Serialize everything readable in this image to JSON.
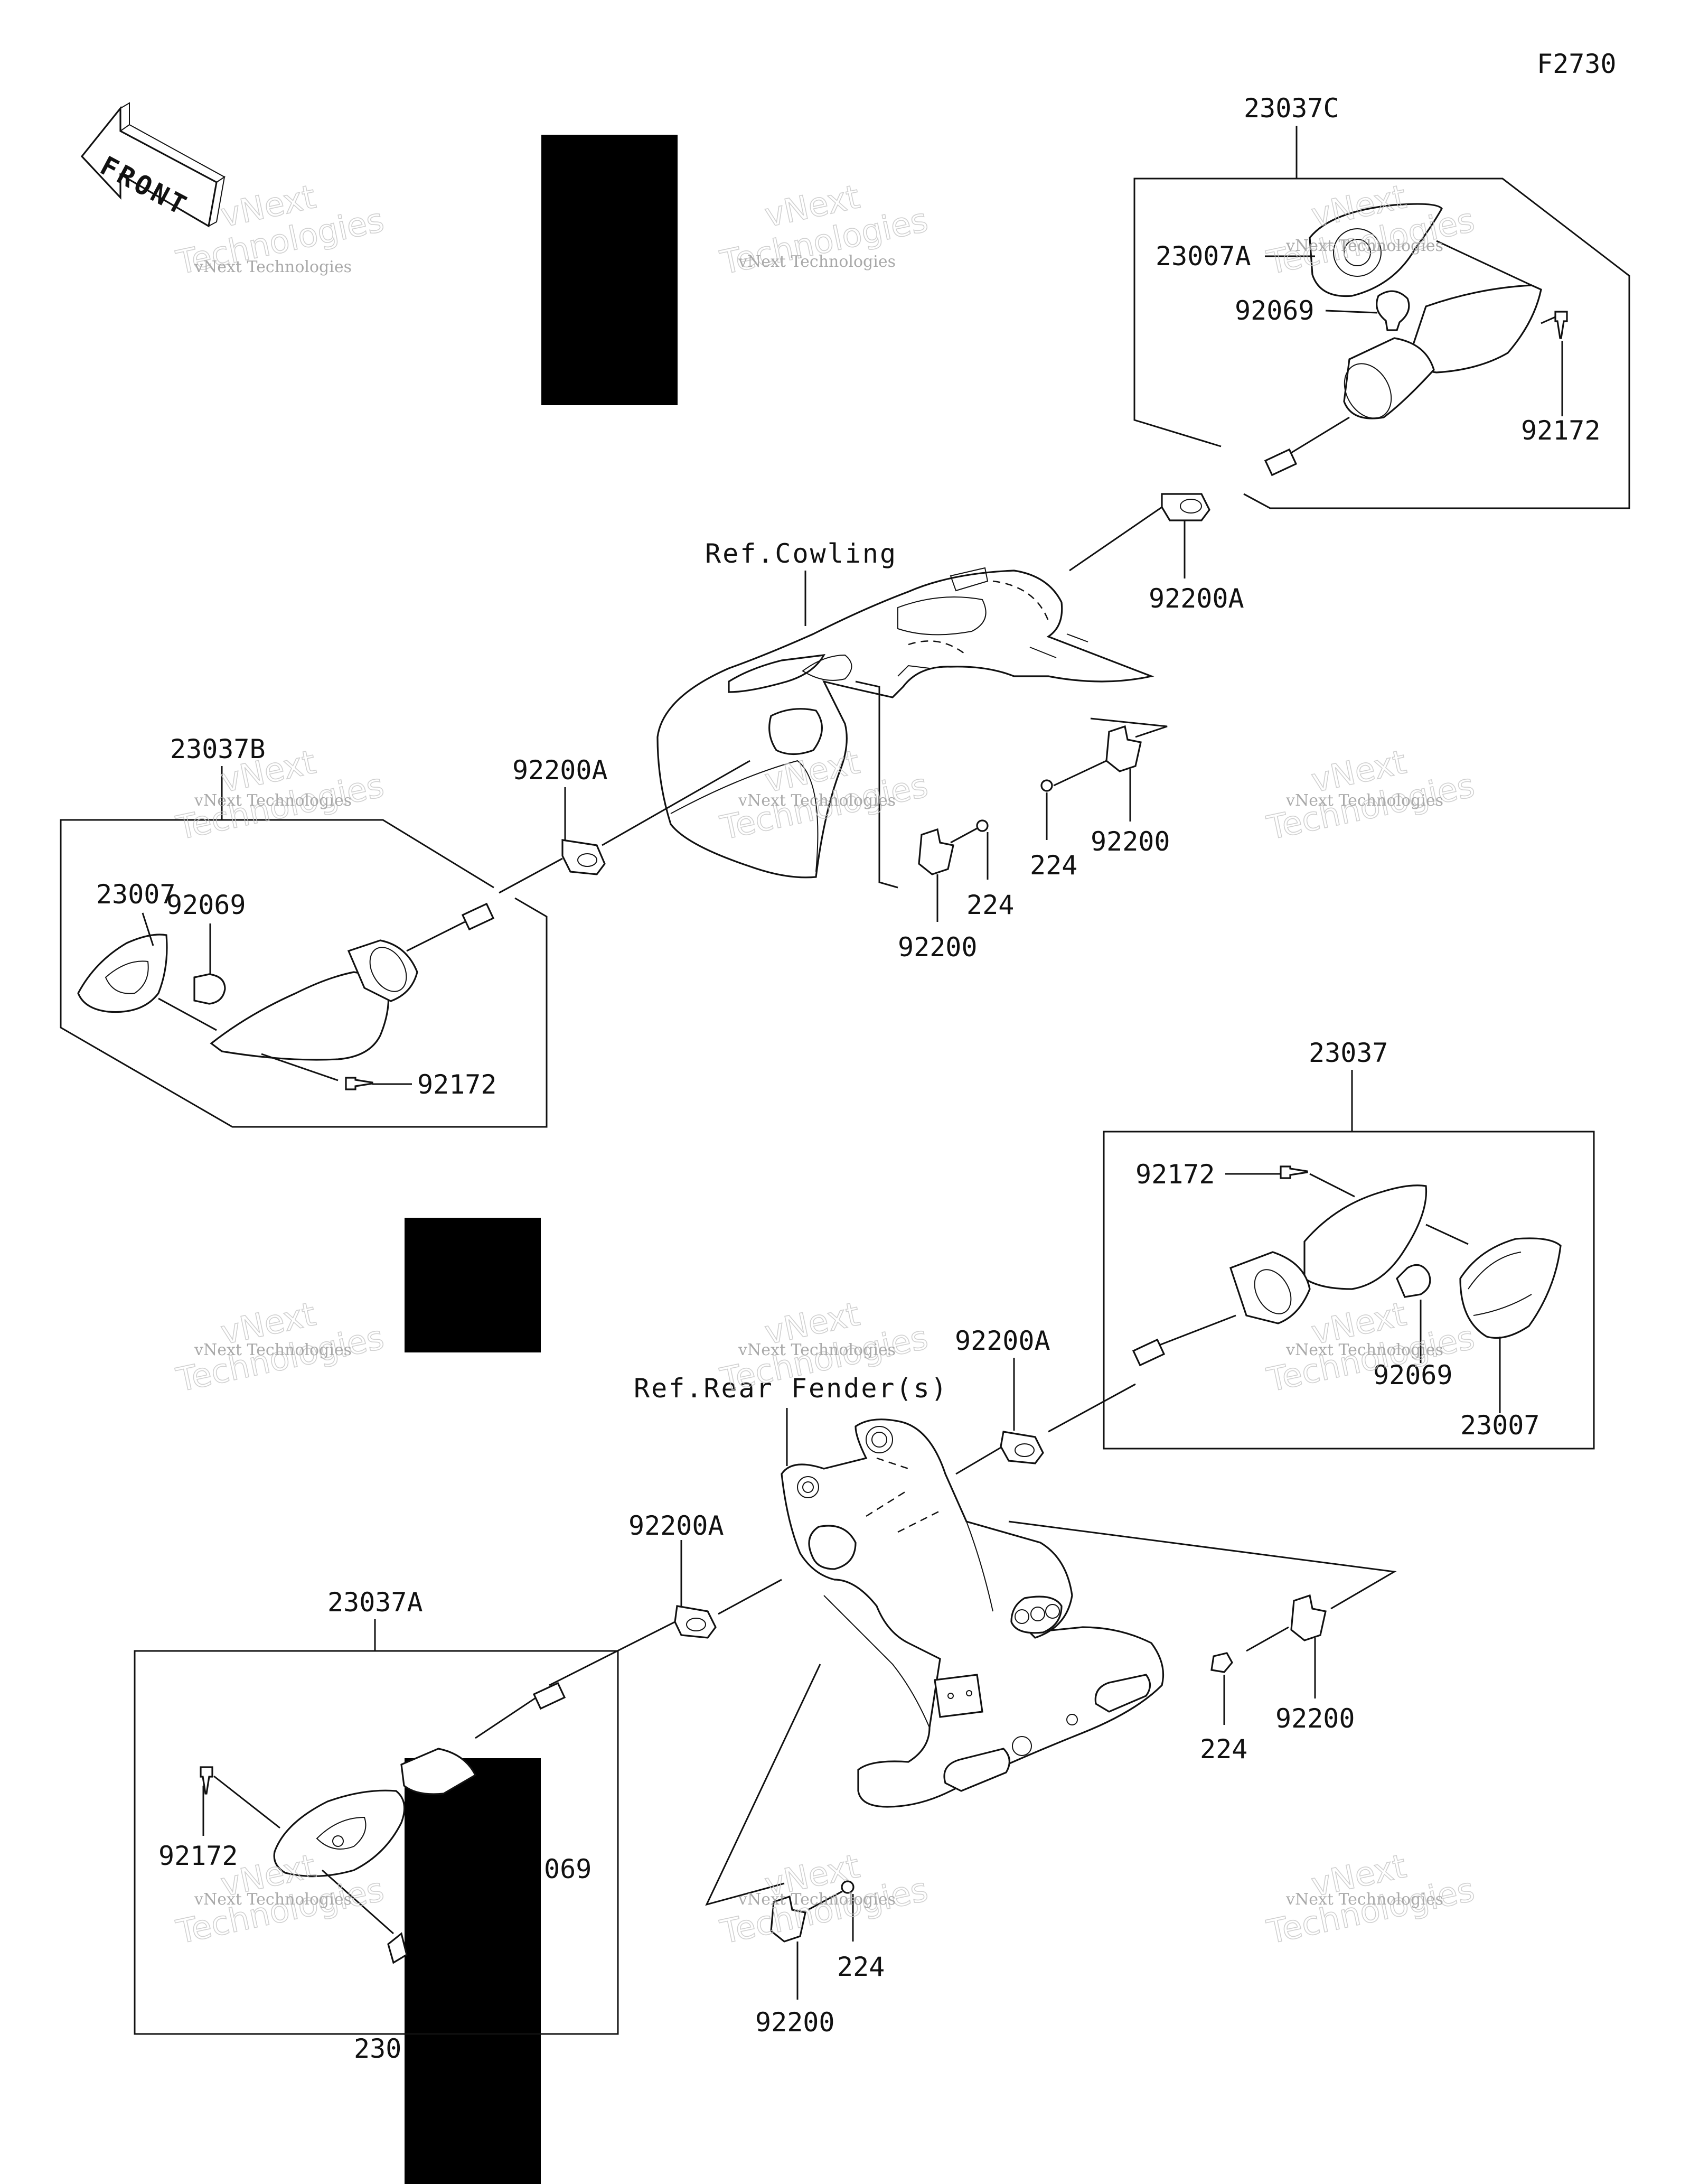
{
  "diagram_code": "F2730",
  "front_arrow": {
    "text": "FRONT",
    "icon": "front-direction-arrow-icon"
  },
  "references": {
    "cowling": "Ref.Cowling",
    "rear_fender": "Ref.Rear Fender(s)"
  },
  "watermark": {
    "line1": "vNext",
    "line2": "Technologies",
    "caption": "vNext Technologies"
  },
  "part_labels": {
    "assy_front_right": "23037C",
    "assy_front_left": "23037B",
    "assy_rear_right": "23037",
    "assy_rear_left": "23037A",
    "lens_front_right": "23007A",
    "bulb_front_right": "92069",
    "screw_front_right": "92172",
    "grommet_front_right": "92200A",
    "lens_front_left": "23007",
    "bulb_front_left": "92069",
    "screw_front_left": "92172",
    "grommet_front_left": "92200A",
    "nut_front_a": "224",
    "clip_front_a": "92200",
    "nut_front_b": "224",
    "clip_front_b": "92200",
    "screw_rear_right": "92172",
    "bulb_rear_right": "92069",
    "lens_rear_right": "23007",
    "grommet_rear_right": "92200A",
    "grommet_rear_left": "92200A",
    "screw_rear_left": "92172",
    "bulb_rear_left_partial": "069",
    "lens_rear_left_partial": "230",
    "nut_rear_a": "224",
    "clip_rear_a": "92200",
    "nut_rear_b": "224",
    "clip_rear_b": "92200"
  }
}
